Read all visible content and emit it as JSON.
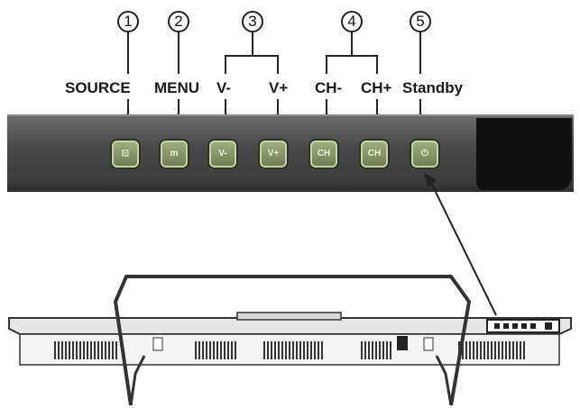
{
  "callouts": [
    {
      "number": "1",
      "labels": [
        "SOURCE"
      ]
    },
    {
      "number": "2",
      "labels": [
        "MENU"
      ]
    },
    {
      "number": "3",
      "labels": [
        "V-",
        "V+"
      ]
    },
    {
      "number": "4",
      "labels": [
        "CH-",
        "CH+"
      ]
    },
    {
      "number": "5",
      "labels": [
        "Standby"
      ]
    }
  ],
  "buttons": [
    {
      "name": "source-button",
      "glyph": "⊡"
    },
    {
      "name": "menu-button",
      "glyph": "m"
    },
    {
      "name": "volume-down-button",
      "glyph": "V-"
    },
    {
      "name": "volume-up-button",
      "glyph": "V+"
    },
    {
      "name": "channel-down-button",
      "glyph": "CH"
    },
    {
      "name": "channel-up-button",
      "glyph": "CH"
    },
    {
      "name": "standby-button",
      "glyph": "⏻"
    }
  ]
}
